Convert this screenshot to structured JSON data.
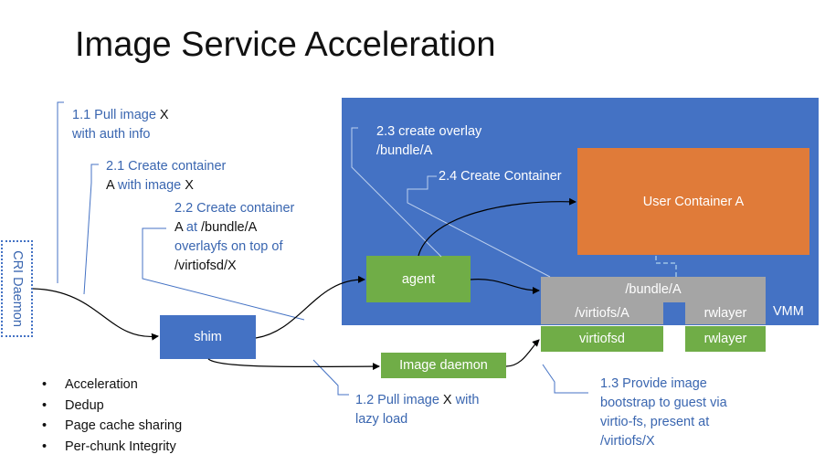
{
  "title": "Image Service Acceleration",
  "cri_daemon": "CRI Daemon",
  "vmm_label": "VMM",
  "boxes": {
    "shim": "shim",
    "agent": "agent",
    "image_daemon": "Image daemon",
    "user_container": "User Container A",
    "bundle": "/bundle/A",
    "virtiofs": "/virtiofs/A",
    "rwlayer_top": "rwlayer",
    "virtiofsd": "virtiofsd",
    "rwlayer_bottom": "rwlayer"
  },
  "steps": {
    "s1_1": {
      "a": "1.1 Pull image",
      "b": "X",
      "c": "with auth info"
    },
    "s2_1": {
      "a": "2.1 Create container",
      "b": "A",
      "c": "with image",
      "d": "X"
    },
    "s2_2": {
      "a": "2.2 Create container",
      "b": "A",
      "c": "at",
      "d": "/bundle/A",
      "e": "overlayfs on top of",
      "f": "/virtiofsd/X"
    },
    "s2_3": {
      "a": "2.3 create overlay",
      "b": "/bundle/A"
    },
    "s2_4": {
      "a": "2.4 Create Container"
    },
    "s1_2": {
      "a": "1.2 Pull image",
      "b": "X",
      "c": "with",
      "d": "lazy load"
    },
    "s1_3": {
      "a": "1.3 Provide image",
      "b": "bootstrap to guest via",
      "c": "virtio-fs, present at",
      "d": "/virtiofs/X"
    }
  },
  "bullets": [
    "Acceleration",
    "Dedup",
    "Page cache sharing",
    "Per-chunk Integrity"
  ],
  "colors": {
    "vmm": "#4472c4",
    "green": "#70ad47",
    "gray": "#a5a5a5",
    "orange": "#e07b39",
    "text_blue": "#3a66b0"
  }
}
